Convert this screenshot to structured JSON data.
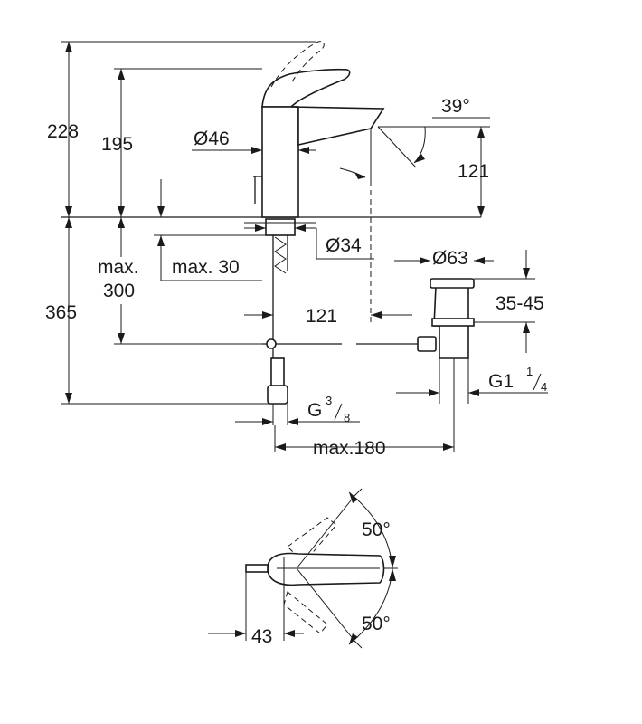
{
  "dimensions": {
    "height_total": "228",
    "height_spout": "195",
    "body_diameter": "Ø46",
    "spout_angle": "39°",
    "spout_outlet_height": "121",
    "below_counter": "365",
    "max_300_line1": "max.",
    "max_300_line2": "300",
    "max_30": "max. 30",
    "hole_diameter": "Ø34",
    "waste_diameter": "Ø63",
    "waste_range": "35-45",
    "spout_reach": "121",
    "waste_thread_main": "G1",
    "waste_thread_num": "1",
    "waste_thread_den": "4",
    "supply_thread_main": "G",
    "supply_thread_num": "3",
    "supply_thread_den": "8",
    "max_180": "max.180",
    "lever_angle_top": "50°",
    "lever_angle_bottom": "50°",
    "lever_offset": "43"
  }
}
